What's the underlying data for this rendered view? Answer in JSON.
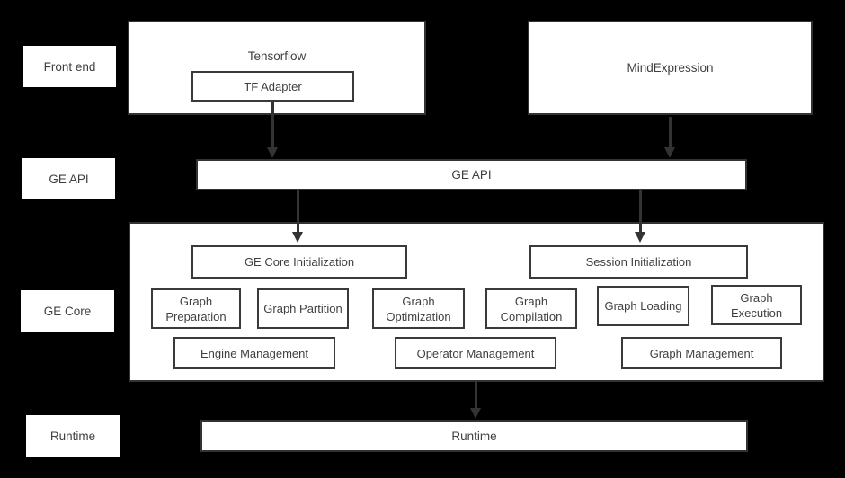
{
  "colors": {
    "background": "#000000",
    "box_fill": "#ffffff",
    "outer_border": "#333333",
    "inner_border": "#3a3a3a",
    "text": "#3f3f3f",
    "arrow": "#333333"
  },
  "layer_labels": [
    {
      "label": "Front end"
    },
    {
      "label": "GE API"
    },
    {
      "label": "GE Core"
    },
    {
      "label": "Runtime"
    }
  ],
  "front_end": {
    "tensorflow_title": "Tensorflow",
    "tf_adapter": "TF Adapter",
    "mind_expression": "MindExpression"
  },
  "ge_api": {
    "label": "GE API"
  },
  "ge_core": {
    "ge_core_init": "GE Core Initialization",
    "session_init": "Session Initialization",
    "modules": [
      "Graph Preparation",
      "Graph Partition",
      "Graph Optimization",
      "Graph Compilation",
      "Graph Loading",
      "Graph Execution"
    ],
    "management": [
      "Engine Management",
      "Operator Management",
      "Graph Management"
    ]
  },
  "runtime": {
    "label": "Runtime"
  }
}
